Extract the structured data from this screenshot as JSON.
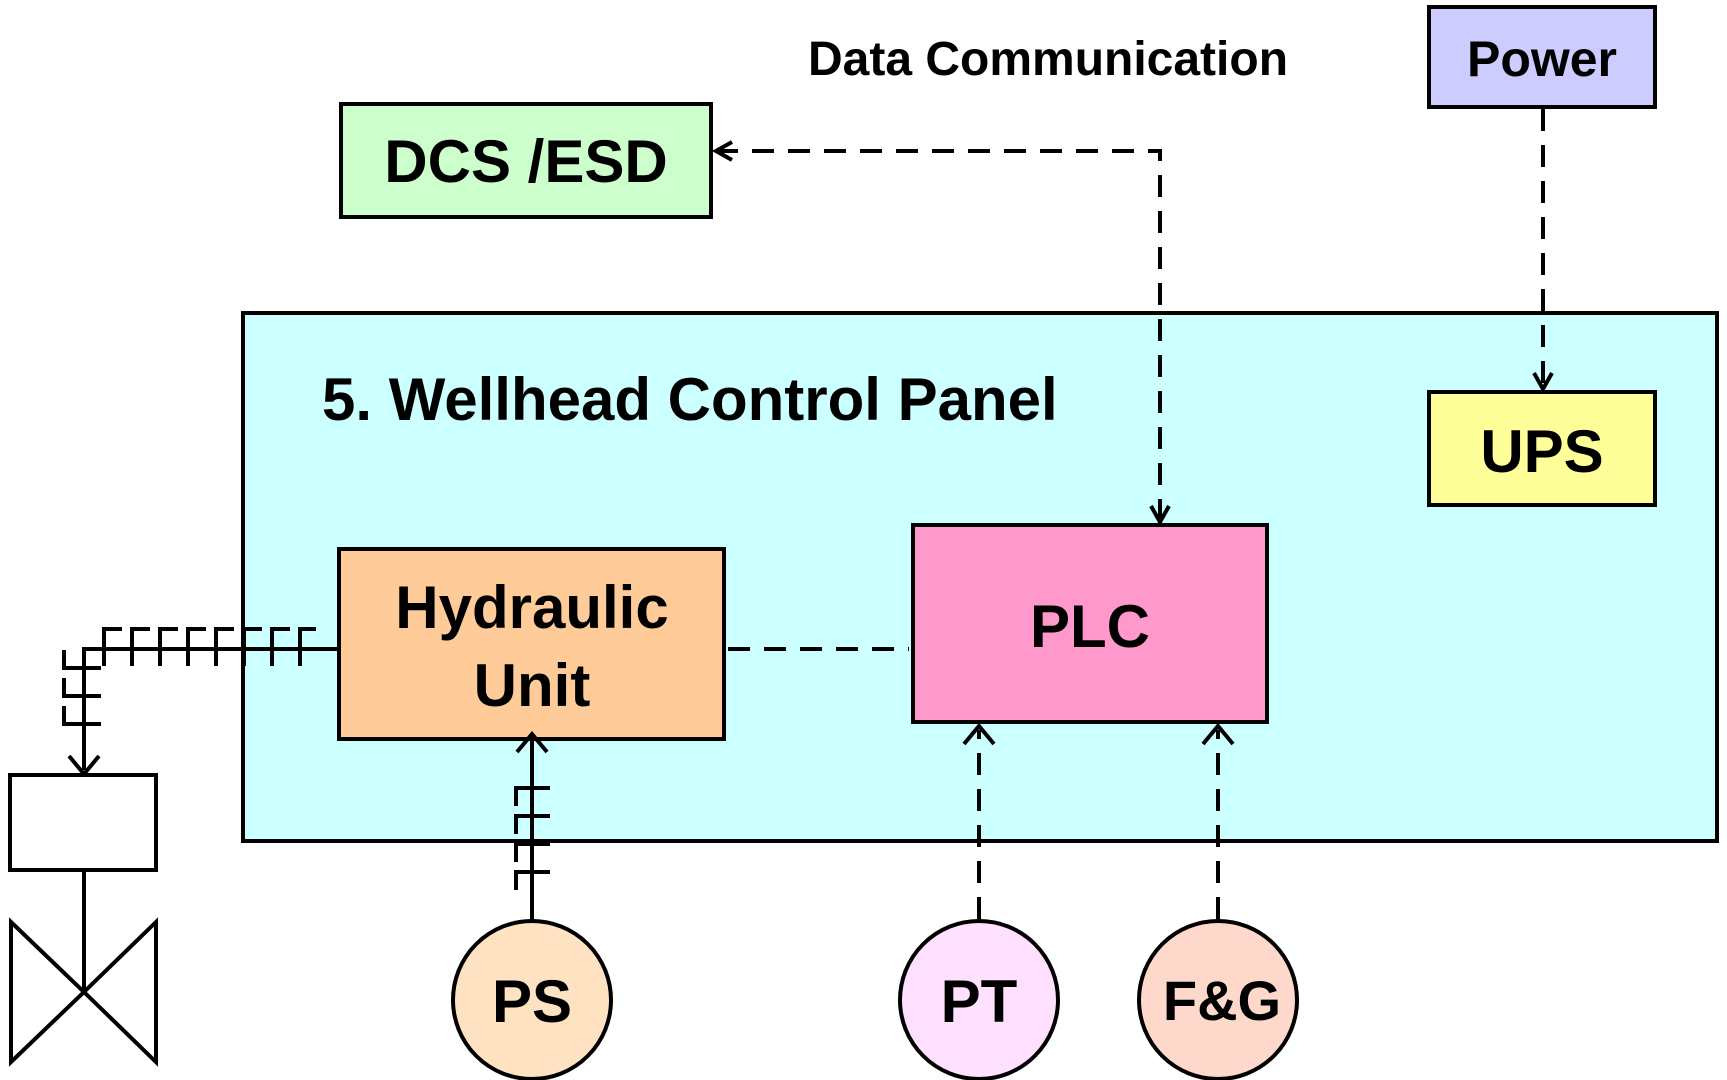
{
  "caption": {
    "data_communication": "Data Communication"
  },
  "panel": {
    "title": "5. Wellhead Control Panel",
    "color": "#CCFFFF"
  },
  "boxes": {
    "dcs": {
      "label": "DCS /ESD",
      "color": "#CCFFCC"
    },
    "power": {
      "label": "Power",
      "color": "#CCCCFF"
    },
    "ups": {
      "label": "UPS",
      "color": "#FFFF99"
    },
    "hydraulic": {
      "line1": "Hydraulic",
      "line2": "Unit",
      "color": "#FFCC99"
    },
    "plc": {
      "label": "PLC",
      "color": "#FF99CC"
    }
  },
  "instruments": {
    "ps": {
      "label": "PS",
      "color": "#FFE2C2"
    },
    "pt": {
      "label": "PT",
      "color": "#FFE0FF"
    },
    "fg": {
      "label": "F&G",
      "color": "#FFD8CC"
    }
  },
  "icons": {
    "valve": "valve-icon"
  }
}
